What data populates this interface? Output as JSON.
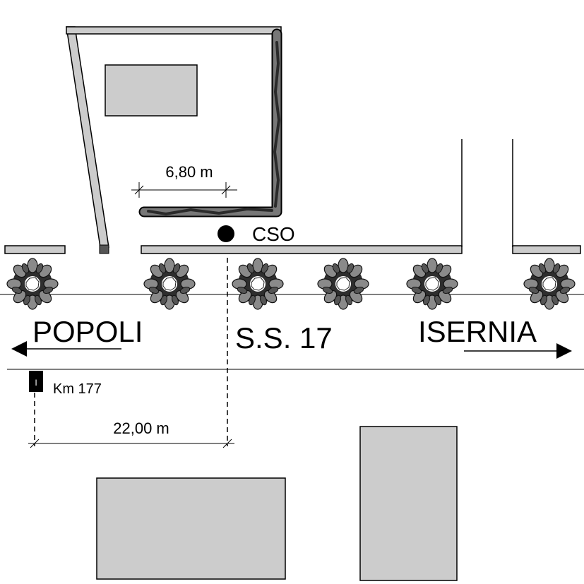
{
  "labels": {
    "cso": "CSO",
    "road": "S.S. 17",
    "dir_left": "POPOLI",
    "dir_right": "ISERNIA",
    "km_marker": "Km 177",
    "km_marker_glyph": "I",
    "dim_pipe": "6,80 m",
    "dim_distance": "22,00 m"
  },
  "icons": {
    "tree": "tree-icon",
    "cso_point": "manhole-dot-icon",
    "km_post": "kilometer-post-icon",
    "arrow_left": "arrow-left-icon",
    "arrow_right": "arrow-right-icon"
  },
  "colors": {
    "building_fill": "#cccccc",
    "outline": "#000000",
    "pipe": "#555555",
    "pipe_dark": "#2a2a2a"
  }
}
